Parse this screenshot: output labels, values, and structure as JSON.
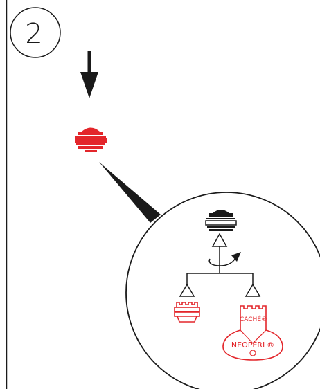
{
  "step": {
    "number": "2"
  },
  "labels": {
    "cache": "CACHÉ®",
    "neoperl": "NEOPERL®"
  },
  "colors": {
    "line": "#1a1a1a",
    "accent": "#e3262b",
    "background": "#ffffff"
  },
  "icons": {
    "arrow": "arrow-down-icon",
    "aerator_red": "aerator-icon",
    "aerator_black": "aerator-icon",
    "rotate": "rotate-arrow-icon",
    "key": "cache-neoperl-key-icon"
  }
}
